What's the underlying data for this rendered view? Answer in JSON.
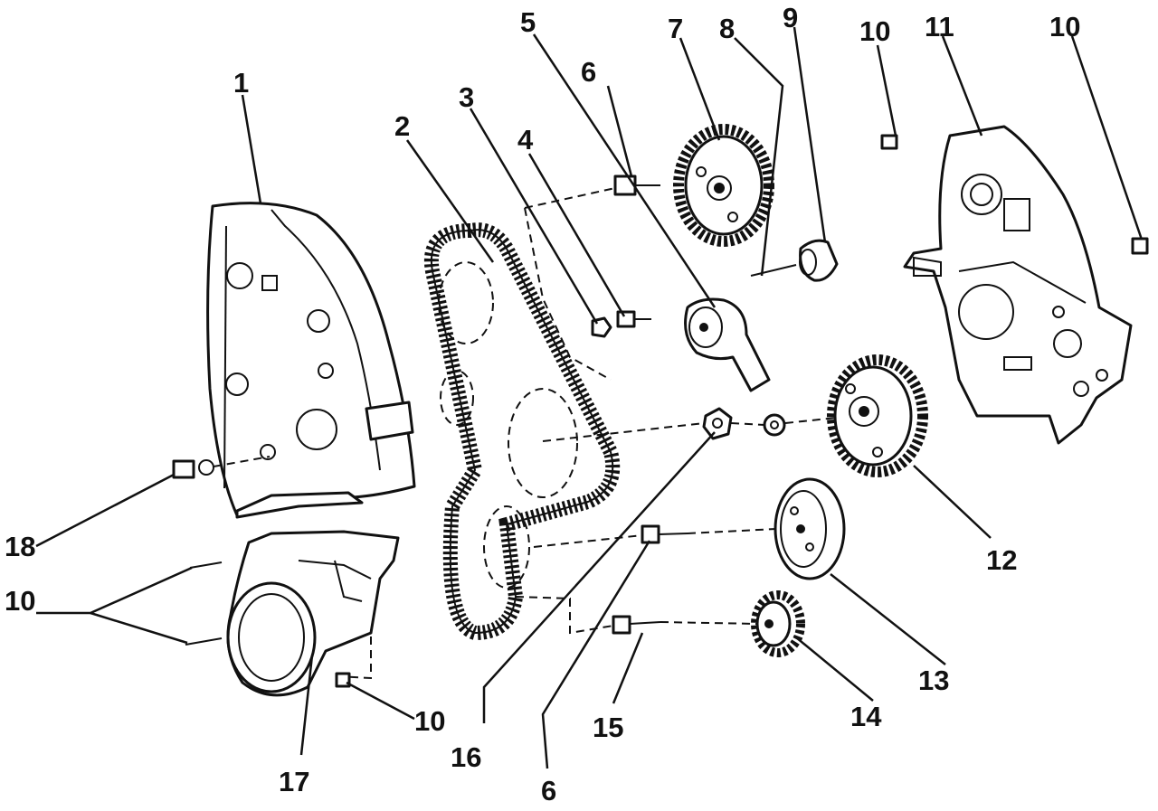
{
  "labels": {
    "l1": "1",
    "l2": "2",
    "l3": "3",
    "l4": "4",
    "l5": "5",
    "l6a": "6",
    "l6b": "6",
    "l7": "7",
    "l8": "8",
    "l9": "9",
    "l10a": "10",
    "l10b": "10",
    "l10c": "10",
    "l10d": "10",
    "l11": "11",
    "l12": "12",
    "l13": "13",
    "l14": "14",
    "l15": "15",
    "l16": "16",
    "l17": "17",
    "l18": "18"
  }
}
